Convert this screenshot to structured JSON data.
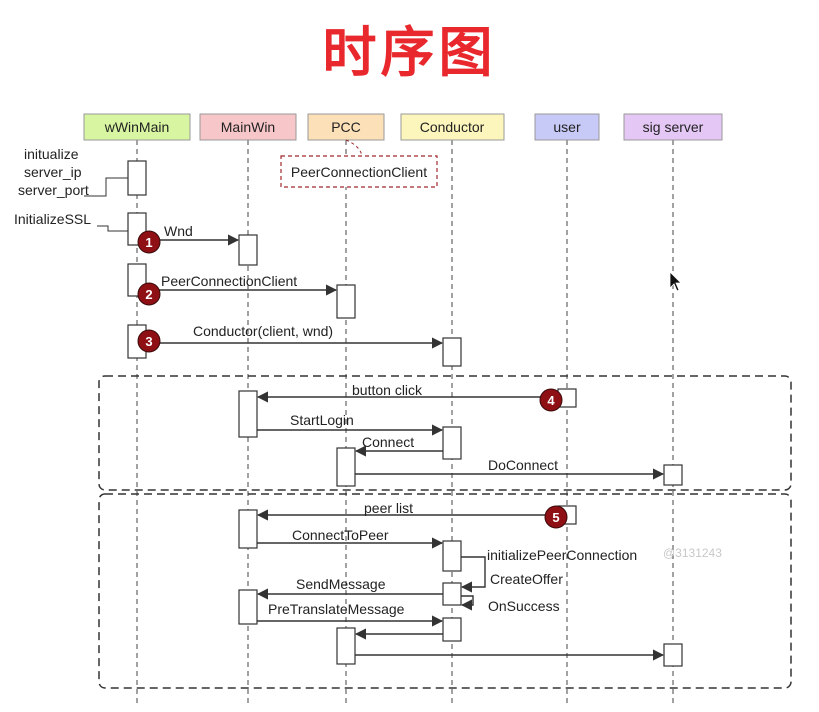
{
  "title": "时序图",
  "participants": [
    {
      "label": "wWinMain",
      "color": "#d8f5a2"
    },
    {
      "label": "MainWin",
      "color": "#f7c6c9"
    },
    {
      "label": "PCC",
      "color": "#fbe0b8"
    },
    {
      "label": "Conductor",
      "color": "#fcf6bd"
    },
    {
      "label": "user",
      "color": "#c7c9f7"
    },
    {
      "label": "sig server",
      "color": "#e5c7f5"
    }
  ],
  "note": "PeerConnectionClient",
  "init_labels": [
    "initualize",
    "server_ip",
    "server_port",
    "InitializeSSL"
  ],
  "messages": {
    "wnd": "Wnd",
    "pcc": "PeerConnectionClient",
    "conductor": "Conductor(client, wnd)",
    "button_click": "button click",
    "start_login": "StartLogin",
    "connect": "Connect",
    "do_connect": "DoConnect",
    "peer_list": "peer list",
    "connect_to_peer": "ConnectToPeer",
    "init_pc": "initializePeerConnection",
    "create_offer": "CreateOffer",
    "send_message": "SendMessage",
    "on_success": "OnSuccess",
    "pre_translate": "PreTranslateMessage"
  },
  "step_numbers": [
    "1",
    "2",
    "3",
    "4",
    "5"
  ],
  "watermark": "@3131243",
  "colors": {
    "step_badge": "#8e0f14",
    "title": "#e8282d",
    "note_border": "#a0282d"
  }
}
